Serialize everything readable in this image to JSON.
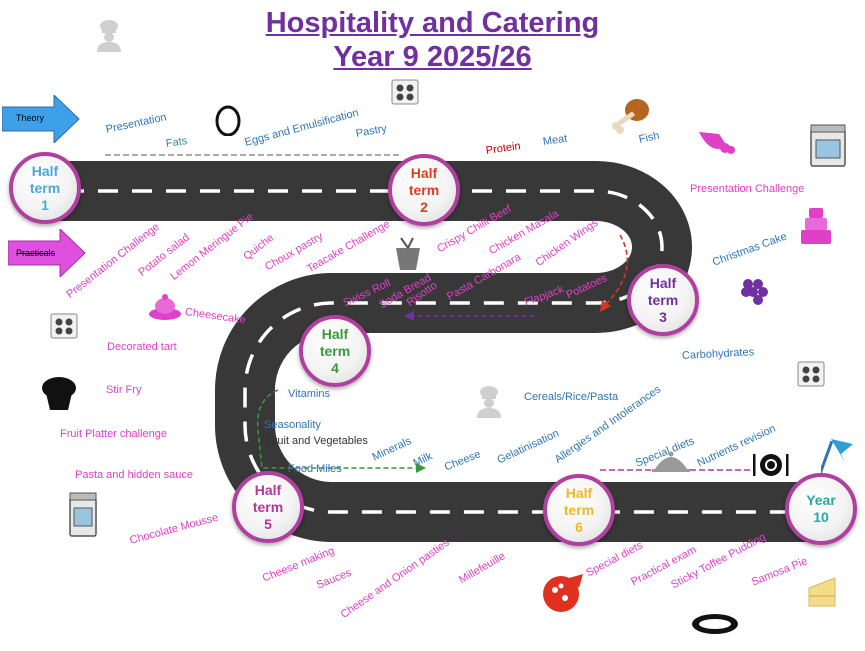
{
  "title": {
    "line1": "Hospitality and Catering",
    "line2": "Year 9 2025/26"
  },
  "tags": {
    "theory": "Theory",
    "practicals": "Practicals"
  },
  "milestones": [
    {
      "line1": "Half",
      "line2": "term",
      "line3": "1",
      "color": "#4ea7d8"
    },
    {
      "line1": "Half",
      "line2": "term",
      "line3": "2",
      "color": "#e03c1f"
    },
    {
      "line1": "Half",
      "line2": "term",
      "line3": "3",
      "color": "#7030a0"
    },
    {
      "line1": "Half",
      "line2": "term",
      "line3": "4",
      "color": "#3a9a3a"
    },
    {
      "line1": "Half",
      "line2": "term",
      "line3": "5",
      "color": "#b0389c"
    },
    {
      "line1": "Half",
      "line2": "term",
      "line3": "6",
      "color": "#f0b820"
    },
    {
      "line1": "Year",
      "line2": "10",
      "color": "#2aa8a0"
    }
  ],
  "labels": {
    "presentation": "Presentation",
    "fats": "Fats",
    "eggs": "Eggs and Emulsification",
    "pastry": "Pastry",
    "protein": "Protein",
    "meat": "Meat",
    "fish": "Fish",
    "presentation_challenge_1": "Presentation Challenge",
    "christmas_cake": "Christmas Cake",
    "presentation_challenge_2": "Presentation Challenge",
    "potato_salad": "Potato salad",
    "lemon_meringue": "Lemon Meringue Pie",
    "quiche": "Quiche",
    "choux": "Choux pastry",
    "teacake": "Teacake Challenge",
    "crispy_beef": "Crispy Chilli Beef",
    "chicken_masala": "Chicken Masala",
    "chicken_wings": "Chicken Wings",
    "pasta_carbonara": "Pasta Carbonara",
    "potatoes": "Potatoes",
    "flapjack": "Flapjack",
    "risotto": "Risotto",
    "soda_bread": "Soda Bread",
    "swiss_roll": "Swiss Roll",
    "cheesecake": "Cheesecake",
    "carbohydrates": "Carbohydrates",
    "decorated_tart": "Decorated tart",
    "stir_fry": "Stir Fry",
    "vitamins": "Vitamins",
    "cereals": "Cereals/Rice/Pasta",
    "seasonality": "Seasonality",
    "fruit_veg": "Fruit and Vegetables",
    "fruit_platter": "Fruit Platter challenge",
    "minerals": "Minerals",
    "milk": "Milk",
    "cheese": "Cheese",
    "gelatinisation": "Gelatinisation",
    "allergies": "Allergies and Intolerances",
    "special_diets_1": "Special diets",
    "nutrients_revision": "Nutrients revision",
    "food_miles": "Food Miles",
    "pasta_hidden": "Pasta and hidden sauce",
    "chocolate_mousse": "Chocolate Mousse",
    "cheese_making": "Cheese making",
    "sauces": "Sauces",
    "cheese_onion": "Cheese and Onion pasties",
    "millefeuille": "Millefeuille",
    "special_diets_2": "Special diets",
    "practical_exam": "Practical exam",
    "sticky_toffee": "Sticky Toffee Pudding",
    "samosa": "Samosa Pie"
  },
  "icons": [
    "chef-icon",
    "egg-icon",
    "hob-icon",
    "chicken-leg-icon",
    "cornucopia-icon",
    "oven-icon",
    "cake-icon",
    "grapes-icon",
    "takeaway-box-icon",
    "dessert-icon",
    "muffin-icon",
    "cloche-icon",
    "plate-cutlery-icon",
    "flag-icon",
    "pizza-icon",
    "cake-slice-icon",
    "dish-icon"
  ]
}
